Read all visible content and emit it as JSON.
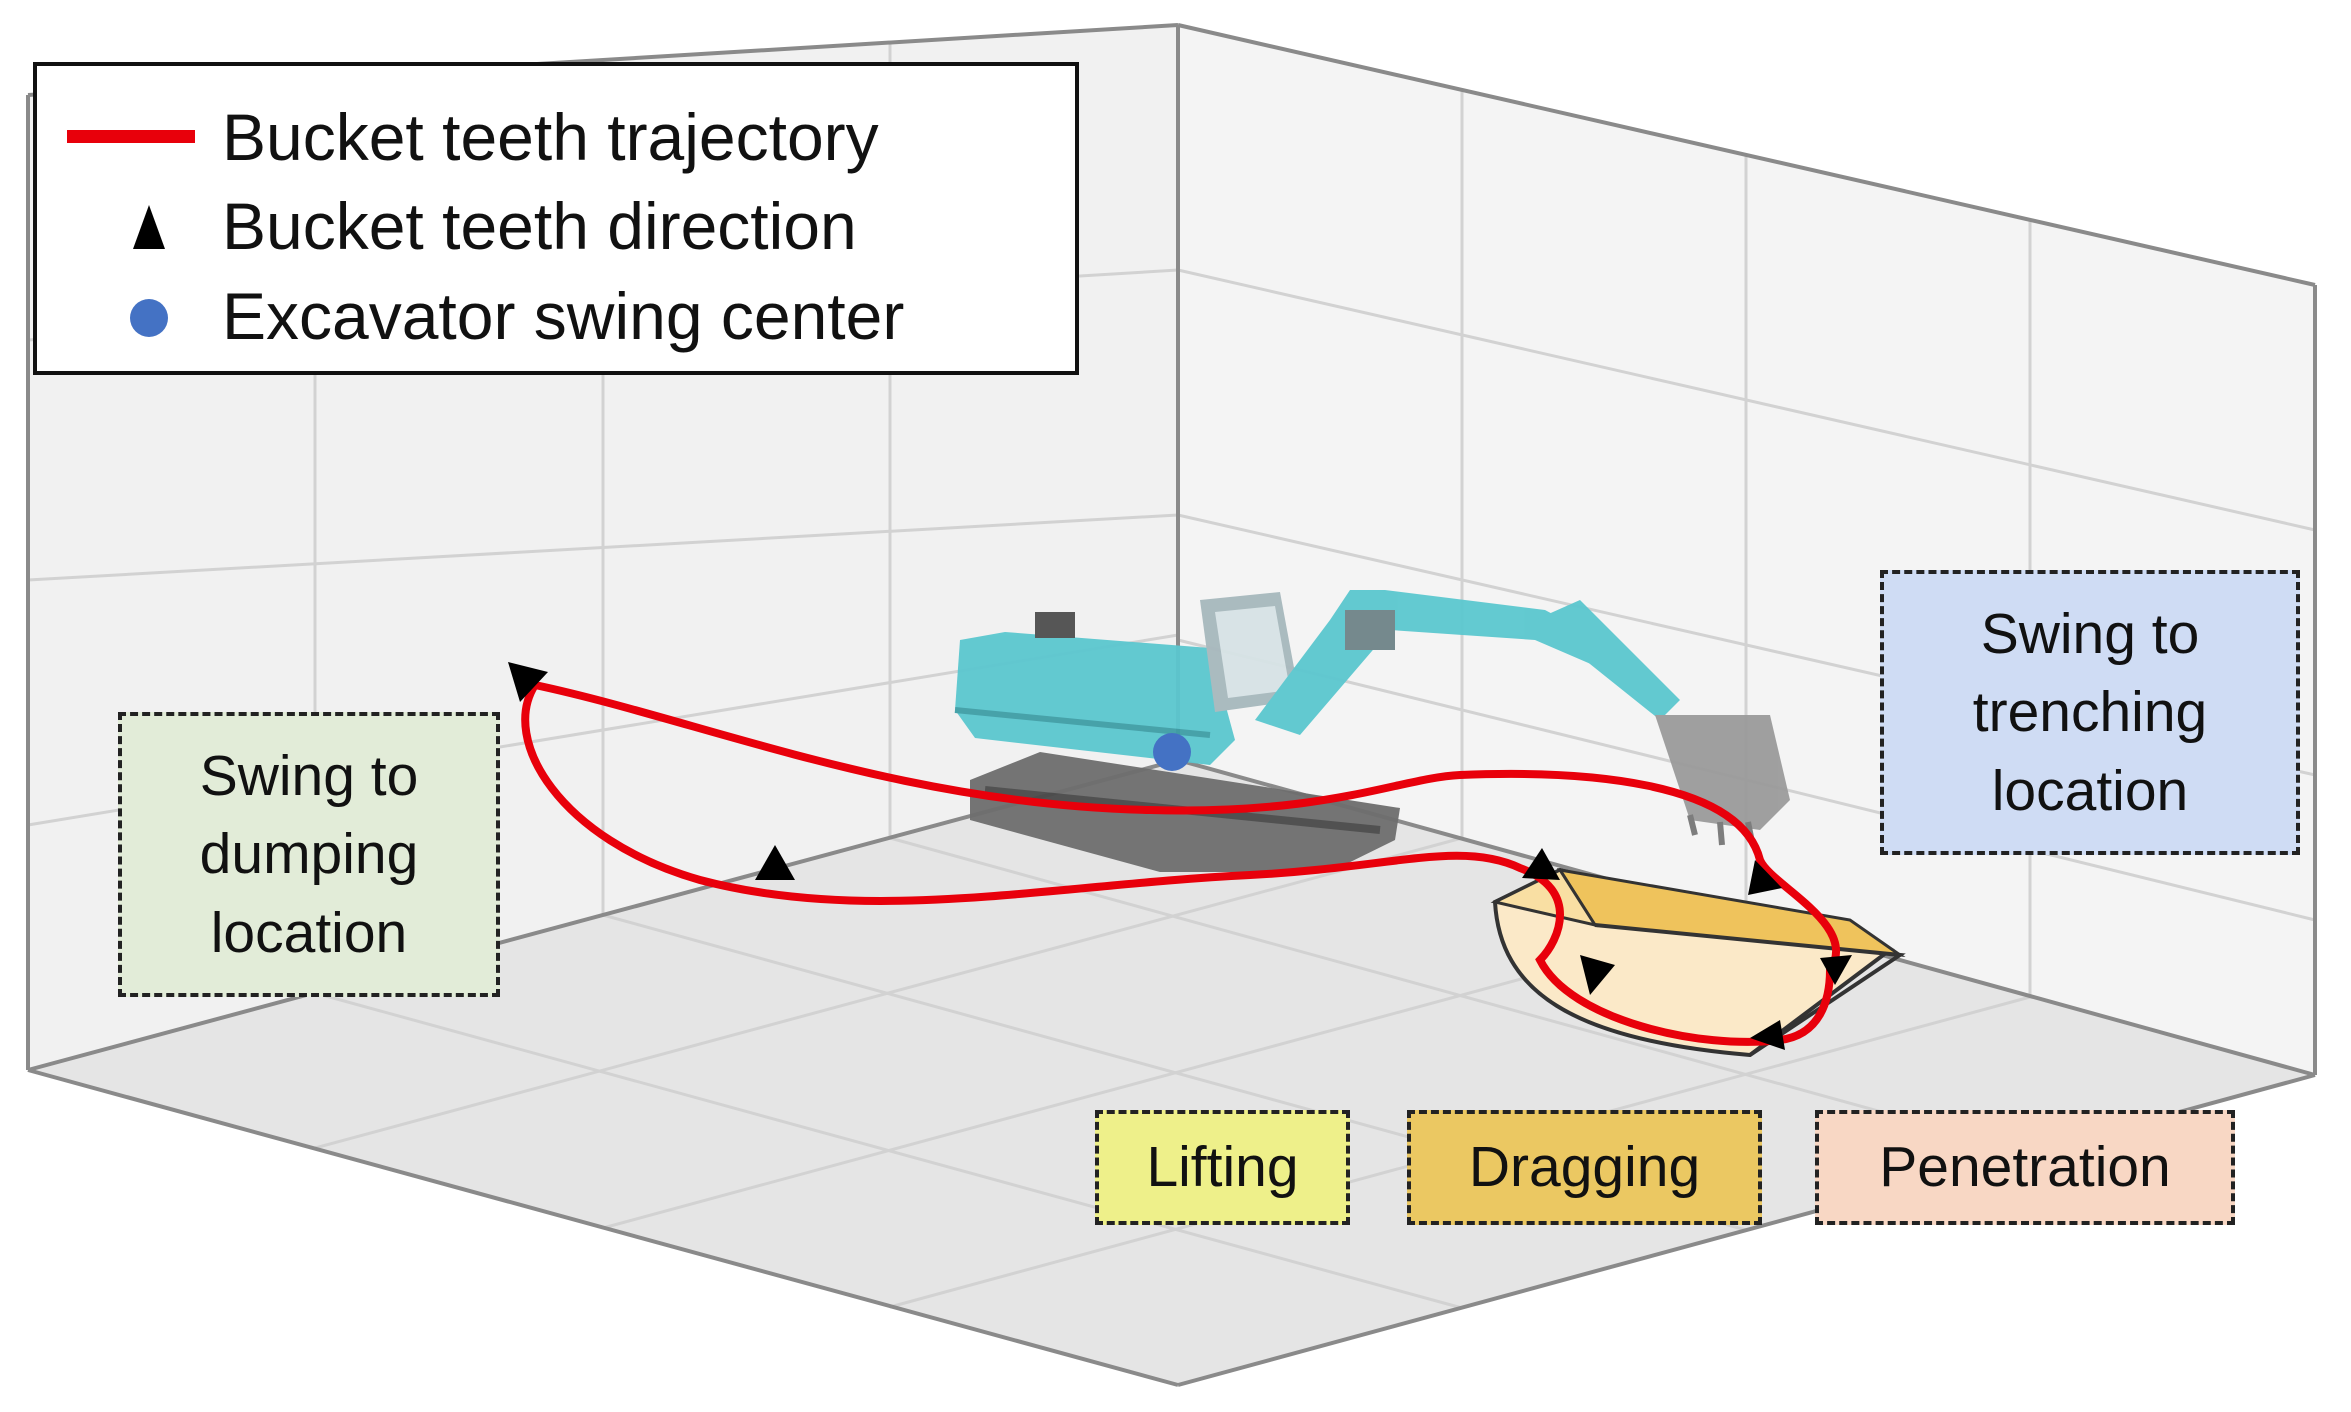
{
  "legend": {
    "trajectory": "Bucket teeth trajectory",
    "direction": "Bucket teeth direction",
    "swing_center": "Excavator swing center"
  },
  "labels": {
    "swing_dump": "Swing to dumping location",
    "swing_trench": "Swing to trenching location",
    "lifting": "Lifting",
    "dragging": "Dragging",
    "penetration": "Penetration"
  },
  "colors": {
    "trajectory": "#e8000b",
    "swing_center": "#4472c4",
    "dump_box": "#e2ecd8",
    "trench_box": "#cfdcf4",
    "lifting_box": "#eef08a",
    "dragging_box": "#ebc862",
    "penetration_box": "#f8d7c4",
    "excavator": "#5bc7cf"
  }
}
